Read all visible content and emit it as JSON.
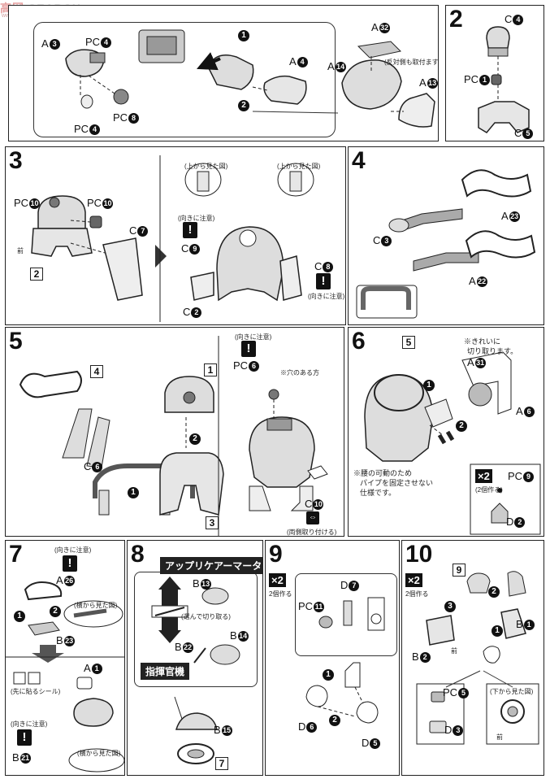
{
  "watermark": {
    "brand_a": "高",
    "brand_b": "网",
    "search": "SEARCH",
    "url": "www.78dm.net"
  },
  "step1": {
    "labels": {
      "a3": "A",
      "a3n": "3",
      "pc4a": "PC",
      "pc4an": "4",
      "pc4b": "PC",
      "pc4bn": "4",
      "pc8": "PC",
      "pc8n": "8",
      "a4": "A",
      "a4n": "4",
      "a14": "A",
      "a14n": "14",
      "a13": "A",
      "a13n": "13",
      "a32": "A",
      "a32n": "32"
    },
    "note": "(反対側も取付ます)",
    "arrow1": "1",
    "arrow2": "2"
  },
  "step2": {
    "num": "2",
    "c4": "C",
    "c4n": "4",
    "pc1": "PC",
    "pc1n": "1",
    "c5": "C",
    "c5n": "5"
  },
  "step3": {
    "num": "3",
    "pc10a": "PC",
    "pc10an": "10",
    "pc10b": "PC",
    "pc10bn": "10",
    "c7": "C",
    "c7n": "7",
    "box2": "2",
    "front": "前",
    "top_view_a": "(上から見た図)",
    "top_view_b": "(上から見た図)",
    "orient_a": "(向きに注意)",
    "orient_b": "(向きに注意)",
    "excl": "!",
    "c9": "C",
    "c9n": "9",
    "c8": "C",
    "c8n": "8",
    "c2": "C",
    "c2n": "2"
  },
  "step4": {
    "num": "4",
    "a23": "A",
    "a23n": "23",
    "c3": "C",
    "c3n": "3",
    "a22": "A",
    "a22n": "22"
  },
  "step5": {
    "num": "5",
    "box4": "4",
    "c6": "C",
    "c6n": "6",
    "box1": "1",
    "box3": "3",
    "orient": "(向きに注意)",
    "excl": "!",
    "pc6": "PC",
    "pc6n": "6",
    "hole_side": "※穴のある方",
    "c10": "C",
    "c10n": "10",
    "c10_note": "(両側取り付ける)",
    "arrow1": "1",
    "arrow2": "2"
  },
  "step6": {
    "num": "6",
    "box5": "5",
    "note_top_a": "※きれいに",
    "note_top_b": "切り取ります。",
    "a31": "A",
    "a31n": "31",
    "a6": "A",
    "a6n": "6",
    "note_bottom_a": "※腰の可動のため",
    "note_bottom_b": "パイプを固定させない",
    "note_bottom_c": "仕様です。",
    "x2": "×2",
    "x2_sub": "(2個作る)",
    "pc9": "PC",
    "pc9n": "9",
    "d2": "D",
    "d2n": "2",
    "arrow1": "1",
    "arrow2": "2"
  },
  "step7": {
    "num": "7",
    "orient": "(向きに注意)",
    "excl": "!",
    "a26": "A",
    "a26n": "26",
    "side_view_a": "(横から見た図)",
    "b23": "B",
    "b23n": "23",
    "a1": "A",
    "a1n": "1",
    "seal": "(先に貼るシール)",
    "orient_b": "(向きに注意)",
    "side_view_b": "(横から見た図)",
    "b21": "B",
    "b21n": "21",
    "arrow1": "1",
    "arrow2": "2"
  },
  "step8": {
    "num": "8",
    "type_label": "アップリケアーマータイプ",
    "b13": "B",
    "b13n": "13",
    "cut_note": "(選んで切り取る)",
    "b22": "B",
    "b22n": "22",
    "b14": "B",
    "b14n": "14",
    "commander": "指揮官機",
    "b15": "B",
    "b15n": "15",
    "box7": "7"
  },
  "step9": {
    "num": "9",
    "x2": "×2",
    "x2_sub": "2個作る",
    "d7": "D",
    "d7n": "7",
    "pc11": "PC",
    "pc11n": "11",
    "d6": "D",
    "d6n": "6",
    "d5": "D",
    "d5n": "5",
    "arrow1": "1",
    "arrow2": "2"
  },
  "step10": {
    "num": "10",
    "x2": "×2",
    "x2_sub": "2個作る",
    "box9": "9",
    "b1": "B",
    "b1n": "1",
    "b2": "B",
    "b2n": "2",
    "front_a": "前",
    "pc5": "PC",
    "pc5n": "5",
    "bottom_view": "(下から見た図)",
    "d3": "D",
    "d3n": "3",
    "front_b": "前",
    "arrow1": "1",
    "arrow2": "2",
    "arrow3": "3"
  }
}
